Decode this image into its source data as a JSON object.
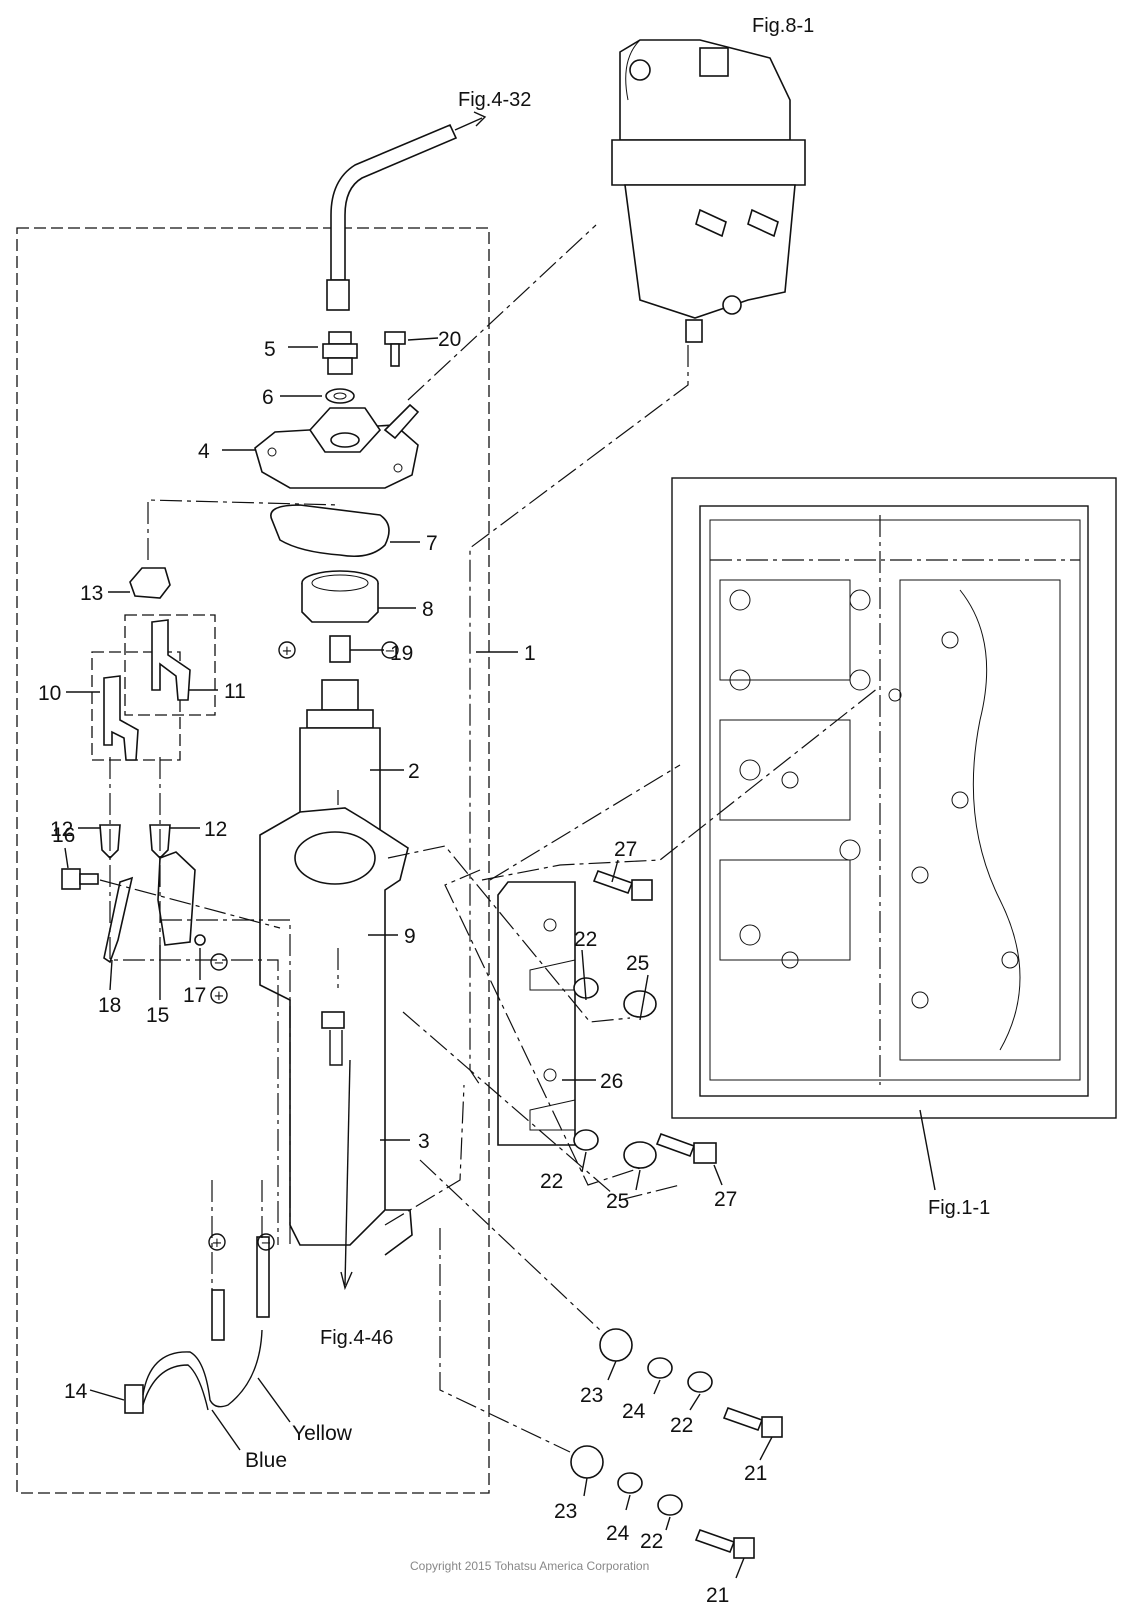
{
  "parts": [
    {
      "id": "p1",
      "label": "1"
    },
    {
      "id": "p2",
      "label": "2"
    },
    {
      "id": "p3",
      "label": "3"
    },
    {
      "id": "p4",
      "label": "4"
    },
    {
      "id": "p5",
      "label": "5"
    },
    {
      "id": "p6",
      "label": "6"
    },
    {
      "id": "p7",
      "label": "7"
    },
    {
      "id": "p8",
      "label": "8"
    },
    {
      "id": "p9",
      "label": "9"
    },
    {
      "id": "p10",
      "label": "10"
    },
    {
      "id": "p11",
      "label": "11"
    },
    {
      "id": "p12a",
      "label": "12"
    },
    {
      "id": "p12b",
      "label": "12"
    },
    {
      "id": "p13",
      "label": "13"
    },
    {
      "id": "p14",
      "label": "14"
    },
    {
      "id": "p15",
      "label": "15"
    },
    {
      "id": "p16",
      "label": "16"
    },
    {
      "id": "p17",
      "label": "17"
    },
    {
      "id": "p18",
      "label": "18"
    },
    {
      "id": "p19",
      "label": "19"
    },
    {
      "id": "p20",
      "label": "20"
    },
    {
      "id": "p21a",
      "label": "21"
    },
    {
      "id": "p21b",
      "label": "21"
    },
    {
      "id": "p22a",
      "label": "22"
    },
    {
      "id": "p22b",
      "label": "22"
    },
    {
      "id": "p22c",
      "label": "22"
    },
    {
      "id": "p22d",
      "label": "22"
    },
    {
      "id": "p23a",
      "label": "23"
    },
    {
      "id": "p23b",
      "label": "23"
    },
    {
      "id": "p24a",
      "label": "24"
    },
    {
      "id": "p24b",
      "label": "24"
    },
    {
      "id": "p25a",
      "label": "25"
    },
    {
      "id": "p25b",
      "label": "25"
    },
    {
      "id": "p26",
      "label": "26"
    },
    {
      "id": "p27a",
      "label": "27"
    },
    {
      "id": "p27b",
      "label": "27"
    }
  ],
  "figure_refs": [
    {
      "id": "f81",
      "label": "Fig.8-1"
    },
    {
      "id": "f432",
      "label": "Fig.4-32"
    },
    {
      "id": "f446",
      "label": "Fig.4-46"
    },
    {
      "id": "f11",
      "label": "Fig.1-1"
    }
  ],
  "wire_colors": [
    {
      "id": "yellow",
      "label": "Yellow"
    },
    {
      "id": "blue",
      "label": "Blue"
    }
  ],
  "polarity": {
    "plus": "+",
    "minus": "−"
  },
  "copyright": "Copyright 2015 Tohatsu America Corporation"
}
